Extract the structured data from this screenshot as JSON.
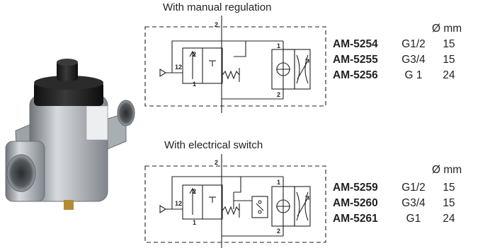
{
  "sections": [
    {
      "title": "With manual regulation",
      "diameter_header": "Ø mm",
      "rows": [
        {
          "code": "AM-5254",
          "thread": "G1/2",
          "diameter": "15"
        },
        {
          "code": "AM-5255",
          "thread": "G3/4",
          "diameter": "15"
        },
        {
          "code": "AM-5256",
          "thread": "G 1",
          "diameter": "24"
        }
      ],
      "port_labels": {
        "top": "2",
        "valve_upper": "2",
        "valve_lower": "1",
        "pilot": "12",
        "right_upper": "1",
        "right_lower": "2"
      }
    },
    {
      "title": "With electrical switch",
      "diameter_header": "Ø mm",
      "rows": [
        {
          "code": "AM-5259",
          "thread": "G1/2",
          "diameter": "15"
        },
        {
          "code": "AM-5260",
          "thread": "G3/4",
          "diameter": "15"
        },
        {
          "code": "AM-5261",
          "thread": "G1",
          "diameter": "24"
        }
      ],
      "port_labels": {
        "top": "2",
        "valve_upper": "2",
        "valve_lower": "1",
        "pilot": "12",
        "right_upper": "1",
        "right_lower": "2"
      }
    }
  ],
  "colors": {
    "text": "#231f20",
    "line": "#231f20",
    "valve_body_light": "#c9ccd0",
    "valve_body_dark": "#7d8288",
    "cap": "#1e1e1e"
  }
}
